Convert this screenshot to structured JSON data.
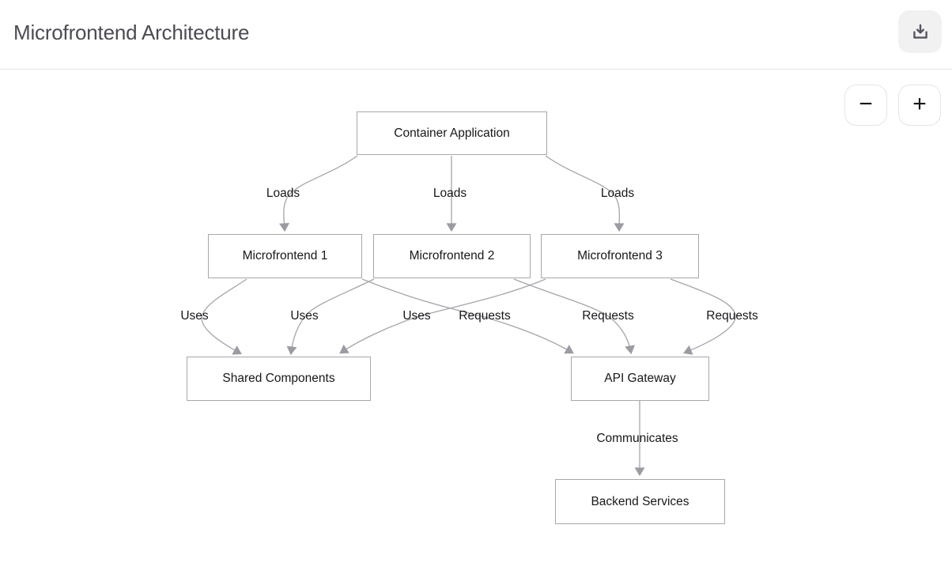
{
  "header": {
    "title": "Microfrontend Architecture"
  },
  "controls": {
    "download_icon": "download-icon",
    "zoom_out_glyph": "−",
    "zoom_in_glyph": "+"
  },
  "colors": {
    "title_text": "#4b4b54",
    "divider": "#e4e4e7",
    "download_button_bg": "#f1f1f2",
    "node_border": "#a7a7ad",
    "node_bg": "#ffffff",
    "node_text": "#18181b",
    "edge_line": "#a5a5ab",
    "arrowhead": "#9b9ba3"
  },
  "diagram": {
    "type": "flowchart",
    "direction": "top-down",
    "nodes": [
      {
        "id": "container",
        "label": "Container Application"
      },
      {
        "id": "mf1",
        "label": "Microfrontend 1"
      },
      {
        "id": "mf2",
        "label": "Microfrontend 2"
      },
      {
        "id": "mf3",
        "label": "Microfrontend 3"
      },
      {
        "id": "shared",
        "label": "Shared Components"
      },
      {
        "id": "gateway",
        "label": "API Gateway"
      },
      {
        "id": "backend",
        "label": "Backend Services"
      }
    ],
    "edges": [
      {
        "from": "container",
        "to": "mf1",
        "label": "Loads"
      },
      {
        "from": "container",
        "to": "mf2",
        "label": "Loads"
      },
      {
        "from": "container",
        "to": "mf3",
        "label": "Loads"
      },
      {
        "from": "mf1",
        "to": "shared",
        "label": "Uses"
      },
      {
        "from": "mf2",
        "to": "shared",
        "label": "Uses"
      },
      {
        "from": "mf3",
        "to": "shared",
        "label": "Uses"
      },
      {
        "from": "mf1",
        "to": "gateway",
        "label": "Requests"
      },
      {
        "from": "mf2",
        "to": "gateway",
        "label": "Requests"
      },
      {
        "from": "mf3",
        "to": "gateway",
        "label": "Requests"
      },
      {
        "from": "gateway",
        "to": "backend",
        "label": "Communicates"
      }
    ]
  }
}
